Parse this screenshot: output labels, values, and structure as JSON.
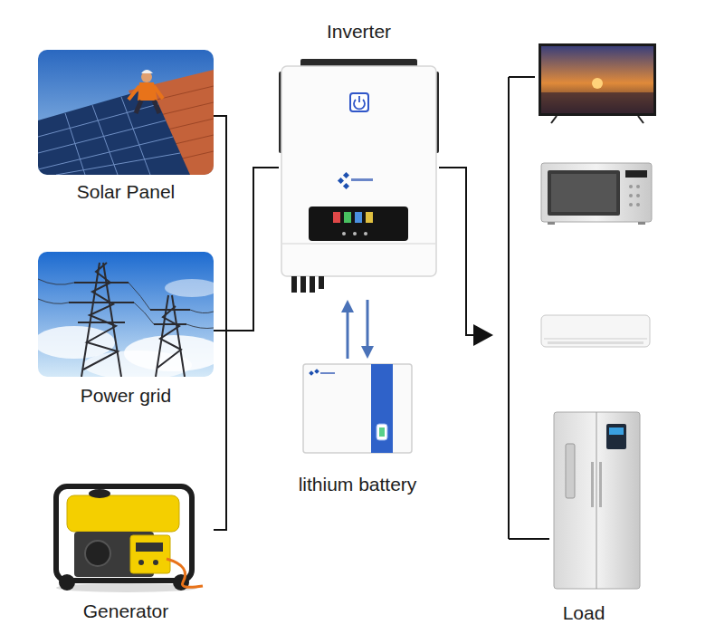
{
  "diagram": {
    "nodes": [
      {
        "text": [
          "Solar Panel"
        ]
      },
      {
        "text": [
          "Power grid"
        ]
      },
      {
        "text": [
          "Generator"
        ]
      },
      {
        "text": [
          "Inverter"
        ]
      },
      {
        "text": [
          "lithium battery"
        ]
      },
      {
        "text": [
          "Load"
        ]
      }
    ],
    "edges": [
      {
        "from": 0,
        "to": 3,
        "arrow": "none"
      },
      {
        "from": 1,
        "to": 3,
        "arrow": "none"
      },
      {
        "from": 2,
        "to": 3,
        "arrow": "none"
      },
      {
        "from": 3,
        "to": 4,
        "arrow": "both"
      },
      {
        "from": 3,
        "to": 5,
        "arrow": "to"
      }
    ]
  }
}
